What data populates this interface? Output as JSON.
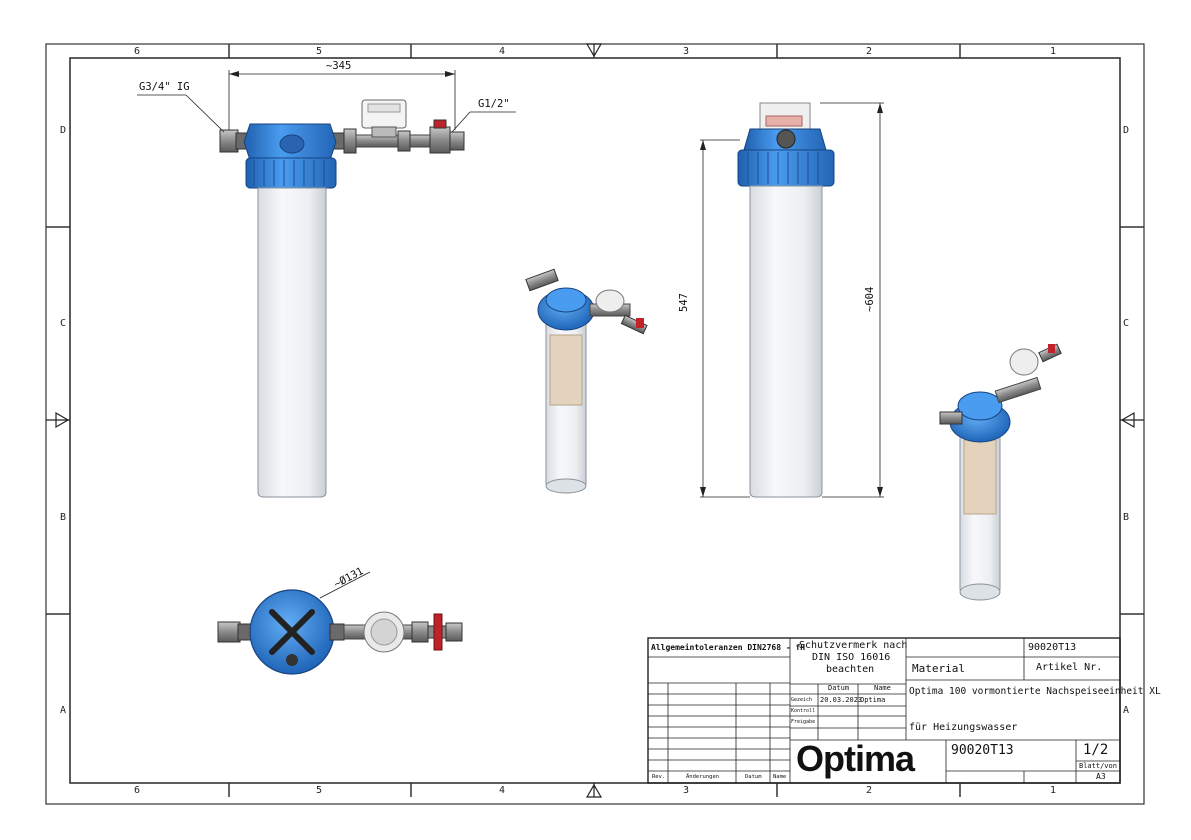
{
  "sheet": {
    "columns": [
      "6",
      "5",
      "4",
      "3",
      "2",
      "1"
    ],
    "rows": [
      "D",
      "C",
      "B",
      "A"
    ]
  },
  "dimensions": {
    "thread_in": "G3/4\" IG",
    "thread_out": "G1/2\"",
    "width": "~345",
    "height_housing": "547",
    "height_total": "~604",
    "diameter": "~Ø131"
  },
  "title_block": {
    "tolerances": "Allgemeintoleranzen DIN2768 - fH",
    "protection_note_line1": "Schutzvermerk nach",
    "protection_note_line2": "DIN ISO 16016",
    "protection_note_line3": "beachten",
    "drawing_no_top": "90020T13",
    "material_label": "Material",
    "article_label": "Artikel Nr.",
    "date_header": "Datum",
    "name_header": "Name",
    "drawn_label": "Gezeich",
    "drawn_date": "20.03.2023",
    "drawn_name": "Optima",
    "checked_label": "Kontroll",
    "approved_label": "Freigabe",
    "description_line1": "Optima 100 vormontierte Nachspeiseeinheit XL",
    "description_line2": "für Heizungswasser",
    "logo": "Optima",
    "drawing_no": "90020T13",
    "sheet_number": "1/2",
    "sheet_label": "Blatt/von",
    "format": "A3",
    "rev_header": "Rev.",
    "change_header": "Änderungen",
    "change_date_header": "Datum",
    "change_name_header": "Name"
  },
  "colors": {
    "housing_blue": "#3f8fe6",
    "housing_dark": "#2a6fc0",
    "bowl": "#eef1f4",
    "cartridge": "#e3d2bc",
    "fitting": "#9a9a9a",
    "valve_red": "#c0222b"
  }
}
